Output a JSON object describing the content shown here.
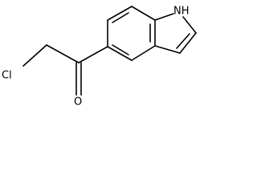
{
  "structure": {
    "atoms": {
      "n_label": "NH",
      "o_label": "O",
      "cl_label": "Cl"
    }
  }
}
